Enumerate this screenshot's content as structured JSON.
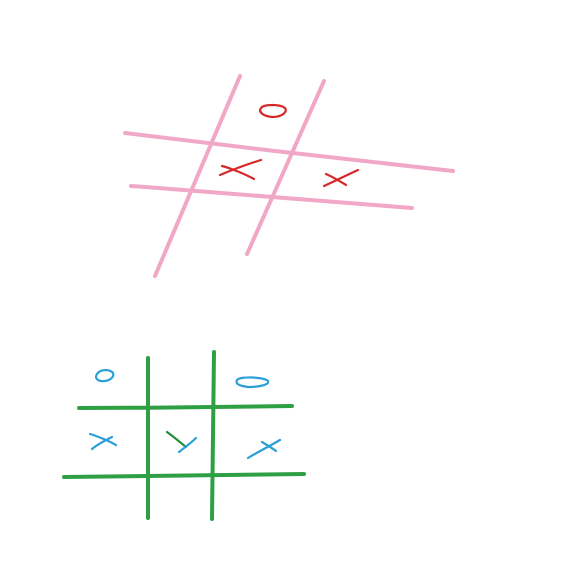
{
  "boards": [
    {
      "id": "pink-board",
      "grid_color": "#f0a8c6",
      "mark_color": "#d62828",
      "cells": [
        [
          "",
          "O",
          ""
        ],
        [
          "",
          "X",
          "X"
        ],
        [
          "",
          "",
          ""
        ]
      ]
    },
    {
      "id": "green-board",
      "grid_color": "#2ea043",
      "mark_color": "#2a9fd8",
      "cells": [
        [
          "O",
          "",
          "O"
        ],
        [
          "X",
          "X",
          "X"
        ],
        [
          "",
          "",
          ""
        ]
      ]
    }
  ]
}
